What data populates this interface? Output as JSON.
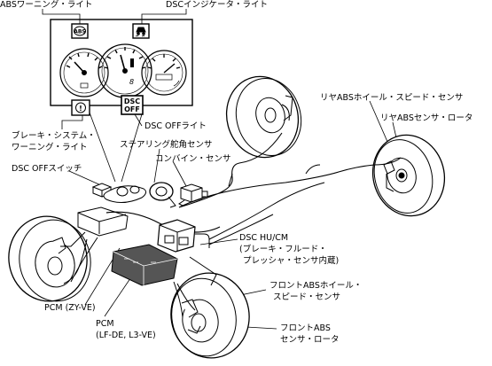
{
  "labels": {
    "abs_warning_light": "ABSワーニング・ライト",
    "dsc_indicator_light": "DSCインジケータ・ライト",
    "rear_abs_wheel_speed_sensor": "リヤABSホイール・スピード・センサ",
    "rear_abs_sensor_rotor": "リヤABSセンサ・ロータ",
    "dsc_off_light": "DSC OFFライト",
    "brake_system_warning_light_line1": "ブレーキ・システム・",
    "brake_system_warning_light_line2": "ワーニング・ライト",
    "steering_angle_sensor": "ステアリング舵角センサ",
    "combined_sensor": "コンバイン・センサ",
    "dsc_off_switch": "DSC OFFスイッチ",
    "dsc_hu_cm_line1": "DSC HU/CM",
    "dsc_hu_cm_line2": "(ブレーキ・フルード・",
    "dsc_hu_cm_line3": "プレッシャ・センサ内蔵)",
    "pcm_zy": "PCM (ZY-VE)",
    "pcm_lf_line1": "PCM",
    "pcm_lf_line2": "(LF-DE, L3-VE)",
    "front_abs_wheel_speed_sensor_line1": "フロントABSホイール・",
    "front_abs_wheel_speed_sensor_line2": "スピード・センサ",
    "front_abs_sensor_rotor_line1": "フロントABS",
    "front_abs_sensor_rotor_line2": "センサ・ロータ"
  },
  "indicators": {
    "abs_icon_text": "ABS",
    "dsc_off_icon_line1": "DSC",
    "dsc_off_icon_line2": "OFF",
    "brake_icon_text": "!"
  },
  "colors": {
    "line": "#000000",
    "fill": "#ffffff",
    "shade": "#555555"
  }
}
